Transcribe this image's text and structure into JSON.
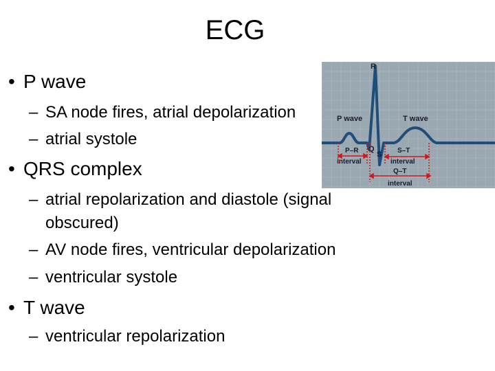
{
  "title": "ECG",
  "outline": {
    "p_wave": {
      "label": "P wave",
      "items": [
        "SA node fires, atrial depolarization",
        "atrial systole"
      ]
    },
    "qrs": {
      "label": "QRS complex",
      "items": [
        "atrial repolarization and diastole (signal",
        "obscured)",
        "AV node fires, ventricular depolarization",
        "ventricular systole"
      ]
    },
    "t_wave": {
      "label": "T wave",
      "items": [
        "ventricular repolarization"
      ]
    }
  },
  "diagram": {
    "labels": {
      "r": "R",
      "p_wave": "P wave",
      "t_wave": "T wave",
      "q": "Q",
      "s": "S",
      "pr": "P–R",
      "pr_sub": "interval",
      "st": "S–T",
      "st_sub": "interval",
      "qt": "Q–T",
      "qt_sub": "interval"
    },
    "colors": {
      "background": "#9aa8b2",
      "trace": "#1f4e79",
      "arrow": "#d01818",
      "grid": "#b0bcc4"
    }
  },
  "bullet": "•",
  "dash": "–"
}
